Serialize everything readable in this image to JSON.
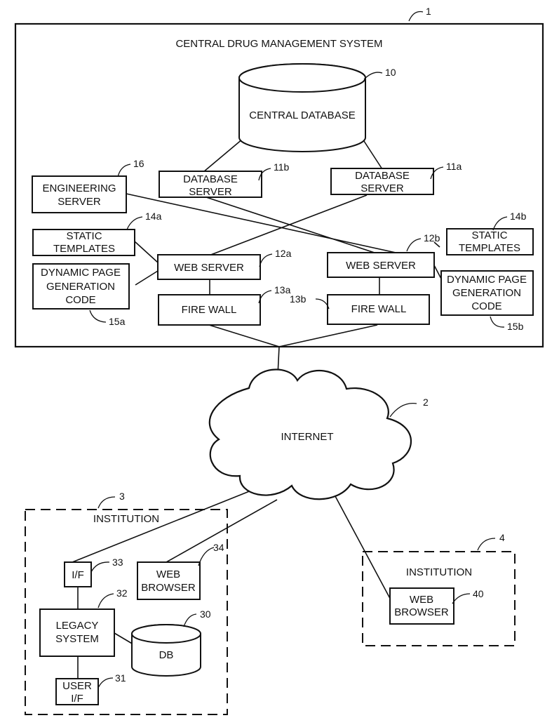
{
  "central_system": {
    "title": "CENTRAL DRUG MANAGEMENT SYSTEM",
    "ref": "1",
    "central_database": {
      "label": "CENTRAL DATABASE",
      "ref": "10"
    },
    "database_server_b": {
      "line1": "DATABASE",
      "line2": "SERVER",
      "ref": "11b"
    },
    "database_server_a": {
      "line1": "DATABASE",
      "line2": "SERVER",
      "ref": "11a"
    },
    "engineering_server": {
      "line1": "ENGINEERING",
      "line2": "SERVER",
      "ref": "16"
    },
    "static_templates_a": {
      "line1": "STATIC",
      "line2": "TEMPLATES",
      "ref": "14a"
    },
    "static_templates_b": {
      "line1": "STATIC",
      "line2": "TEMPLATES",
      "ref": "14b"
    },
    "dynamic_code_a": {
      "line1": "DYNAMIC PAGE",
      "line2": "GENERATION",
      "line3": "CODE",
      "ref": "15a"
    },
    "dynamic_code_b": {
      "line1": "DYNAMIC PAGE",
      "line2": "GENERATION",
      "line3": "CODE",
      "ref": "15b"
    },
    "web_server_a": {
      "label": "WEB SERVER",
      "ref": "12a"
    },
    "web_server_b": {
      "label": "WEB SERVER",
      "ref": "12b"
    },
    "fire_wall_a": {
      "label": "FIRE WALL",
      "ref": "13a"
    },
    "fire_wall_b": {
      "label": "FIRE WALL",
      "ref": "13b"
    }
  },
  "internet": {
    "label": "INTERNET",
    "ref": "2"
  },
  "institution_3": {
    "title": "INSTITUTION",
    "ref": "3",
    "interface": {
      "label": "I/F",
      "ref": "33"
    },
    "web_browser": {
      "line1": "WEB",
      "line2": "BROWSER",
      "ref": "34"
    },
    "legacy_system": {
      "line1": "LEGACY",
      "line2": "SYSTEM",
      "ref": "32"
    },
    "db": {
      "label": "DB",
      "ref": "30"
    },
    "user_interface": {
      "line1": "USER",
      "line2": "I/F",
      "ref": "31"
    }
  },
  "institution_4": {
    "title": "INSTITUTION",
    "ref": "4",
    "web_browser": {
      "line1": "WEB",
      "line2": "BROWSER",
      "ref": "40"
    }
  }
}
